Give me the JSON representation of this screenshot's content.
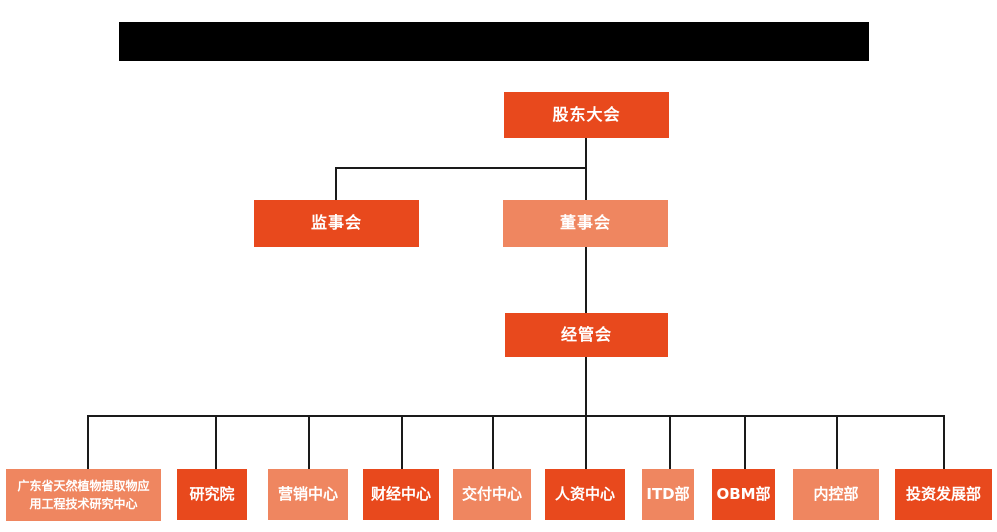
{
  "palette": {
    "dark_orange": "#E8491D",
    "light_orange": "#EF8660",
    "line_color": "#1A1A1A",
    "redacted_bar": "#000000",
    "node_text": "#FFFFFF",
    "background": "#FFFFFF"
  },
  "org_chart": {
    "header_bar": {
      "style": "redacted-black-bar"
    },
    "root": {
      "label": "股东大会"
    },
    "supervisory": {
      "label": "监事会"
    },
    "board": {
      "label": "董事会"
    },
    "management": {
      "label": "经管会"
    },
    "departments": [
      {
        "label": "广东省天然植物提取物应用工程技术研究中心"
      },
      {
        "label": "研究院"
      },
      {
        "label": "营销中心"
      },
      {
        "label": "财经中心"
      },
      {
        "label": "交付中心"
      },
      {
        "label": "人资中心"
      },
      {
        "label": "ITD部"
      },
      {
        "label": "OBM部"
      },
      {
        "label": "内控部"
      },
      {
        "label": "投资发展部"
      }
    ]
  }
}
